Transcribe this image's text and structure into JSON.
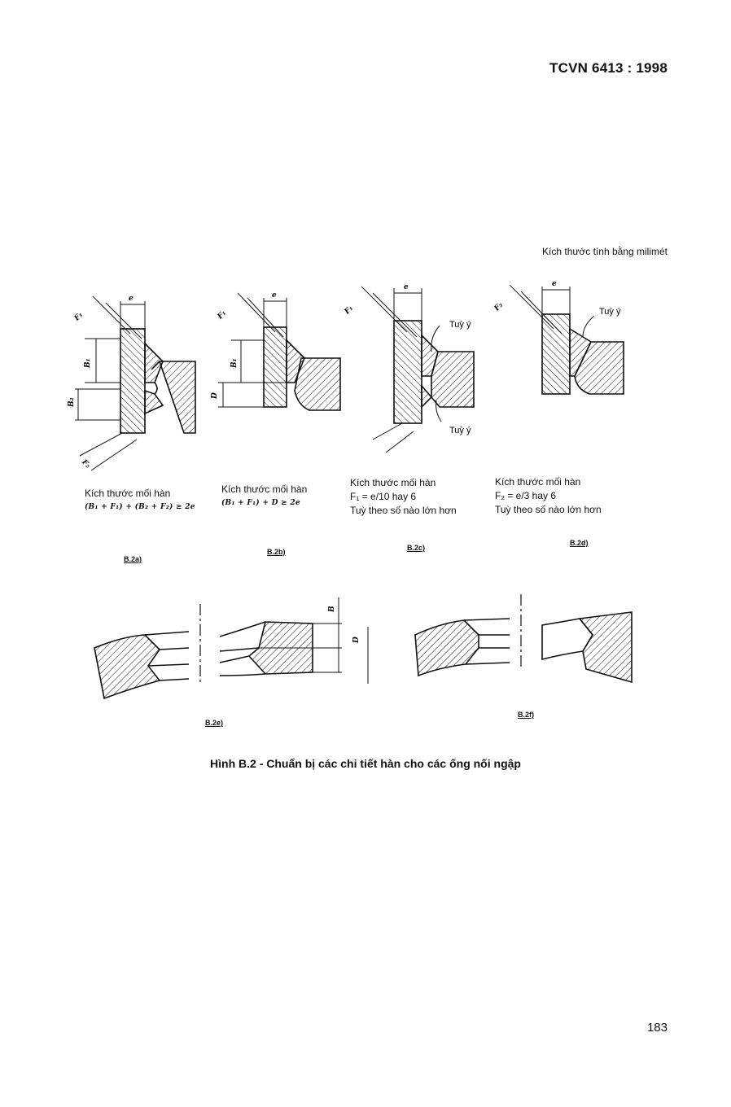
{
  "header": {
    "standard_code": "TCVN 6413 : 1998"
  },
  "unit_note": "Kích thước tính bằng milimét",
  "figures": {
    "a": {
      "label": "B.2a)",
      "note_title": "Kích thước mối hàn",
      "formula": "(B₁ + F₁) + (B₂ + F₂) ≥ 2e",
      "dims": {
        "e": "e",
        "f1": "F₁",
        "b1": "B₁",
        "b2": "B₂",
        "f2": "F₂"
      }
    },
    "b": {
      "label": "B.2b)",
      "note_title": "Kích thước mối hàn",
      "formula": "(B₁ + F₁) + D ≥ 2e",
      "dims": {
        "e": "e",
        "f1": "F₁",
        "b1": "B₁",
        "d": "D"
      }
    },
    "c": {
      "label": "B.2c)",
      "note_lines": [
        "Kích thước mối hàn",
        "F₁ = e/10 hay 6",
        "Tuỳ theo số nào lớn hơn"
      ],
      "dims": {
        "e": "e",
        "f1": "F₁"
      },
      "optional_top": "Tuỳ ý",
      "optional_bottom": "Tuỳ ý"
    },
    "d": {
      "label": "B.2d)",
      "note_lines": [
        "Kích thước mối hàn",
        "F₂ = e/3 hay 6",
        "Tuỳ theo số nào lớn hơn"
      ],
      "dims": {
        "e": "e",
        "f2": "F₂"
      },
      "optional_top": "Tuỳ ý"
    },
    "e": {
      "label": "B.2e)",
      "dims": {
        "b": "B",
        "d": "D"
      }
    },
    "f": {
      "label": "B.2f)"
    }
  },
  "caption": "Hình B.2 - Chuẩn bị các chi tiết hàn cho các ống nối ngập",
  "page_number": "183"
}
